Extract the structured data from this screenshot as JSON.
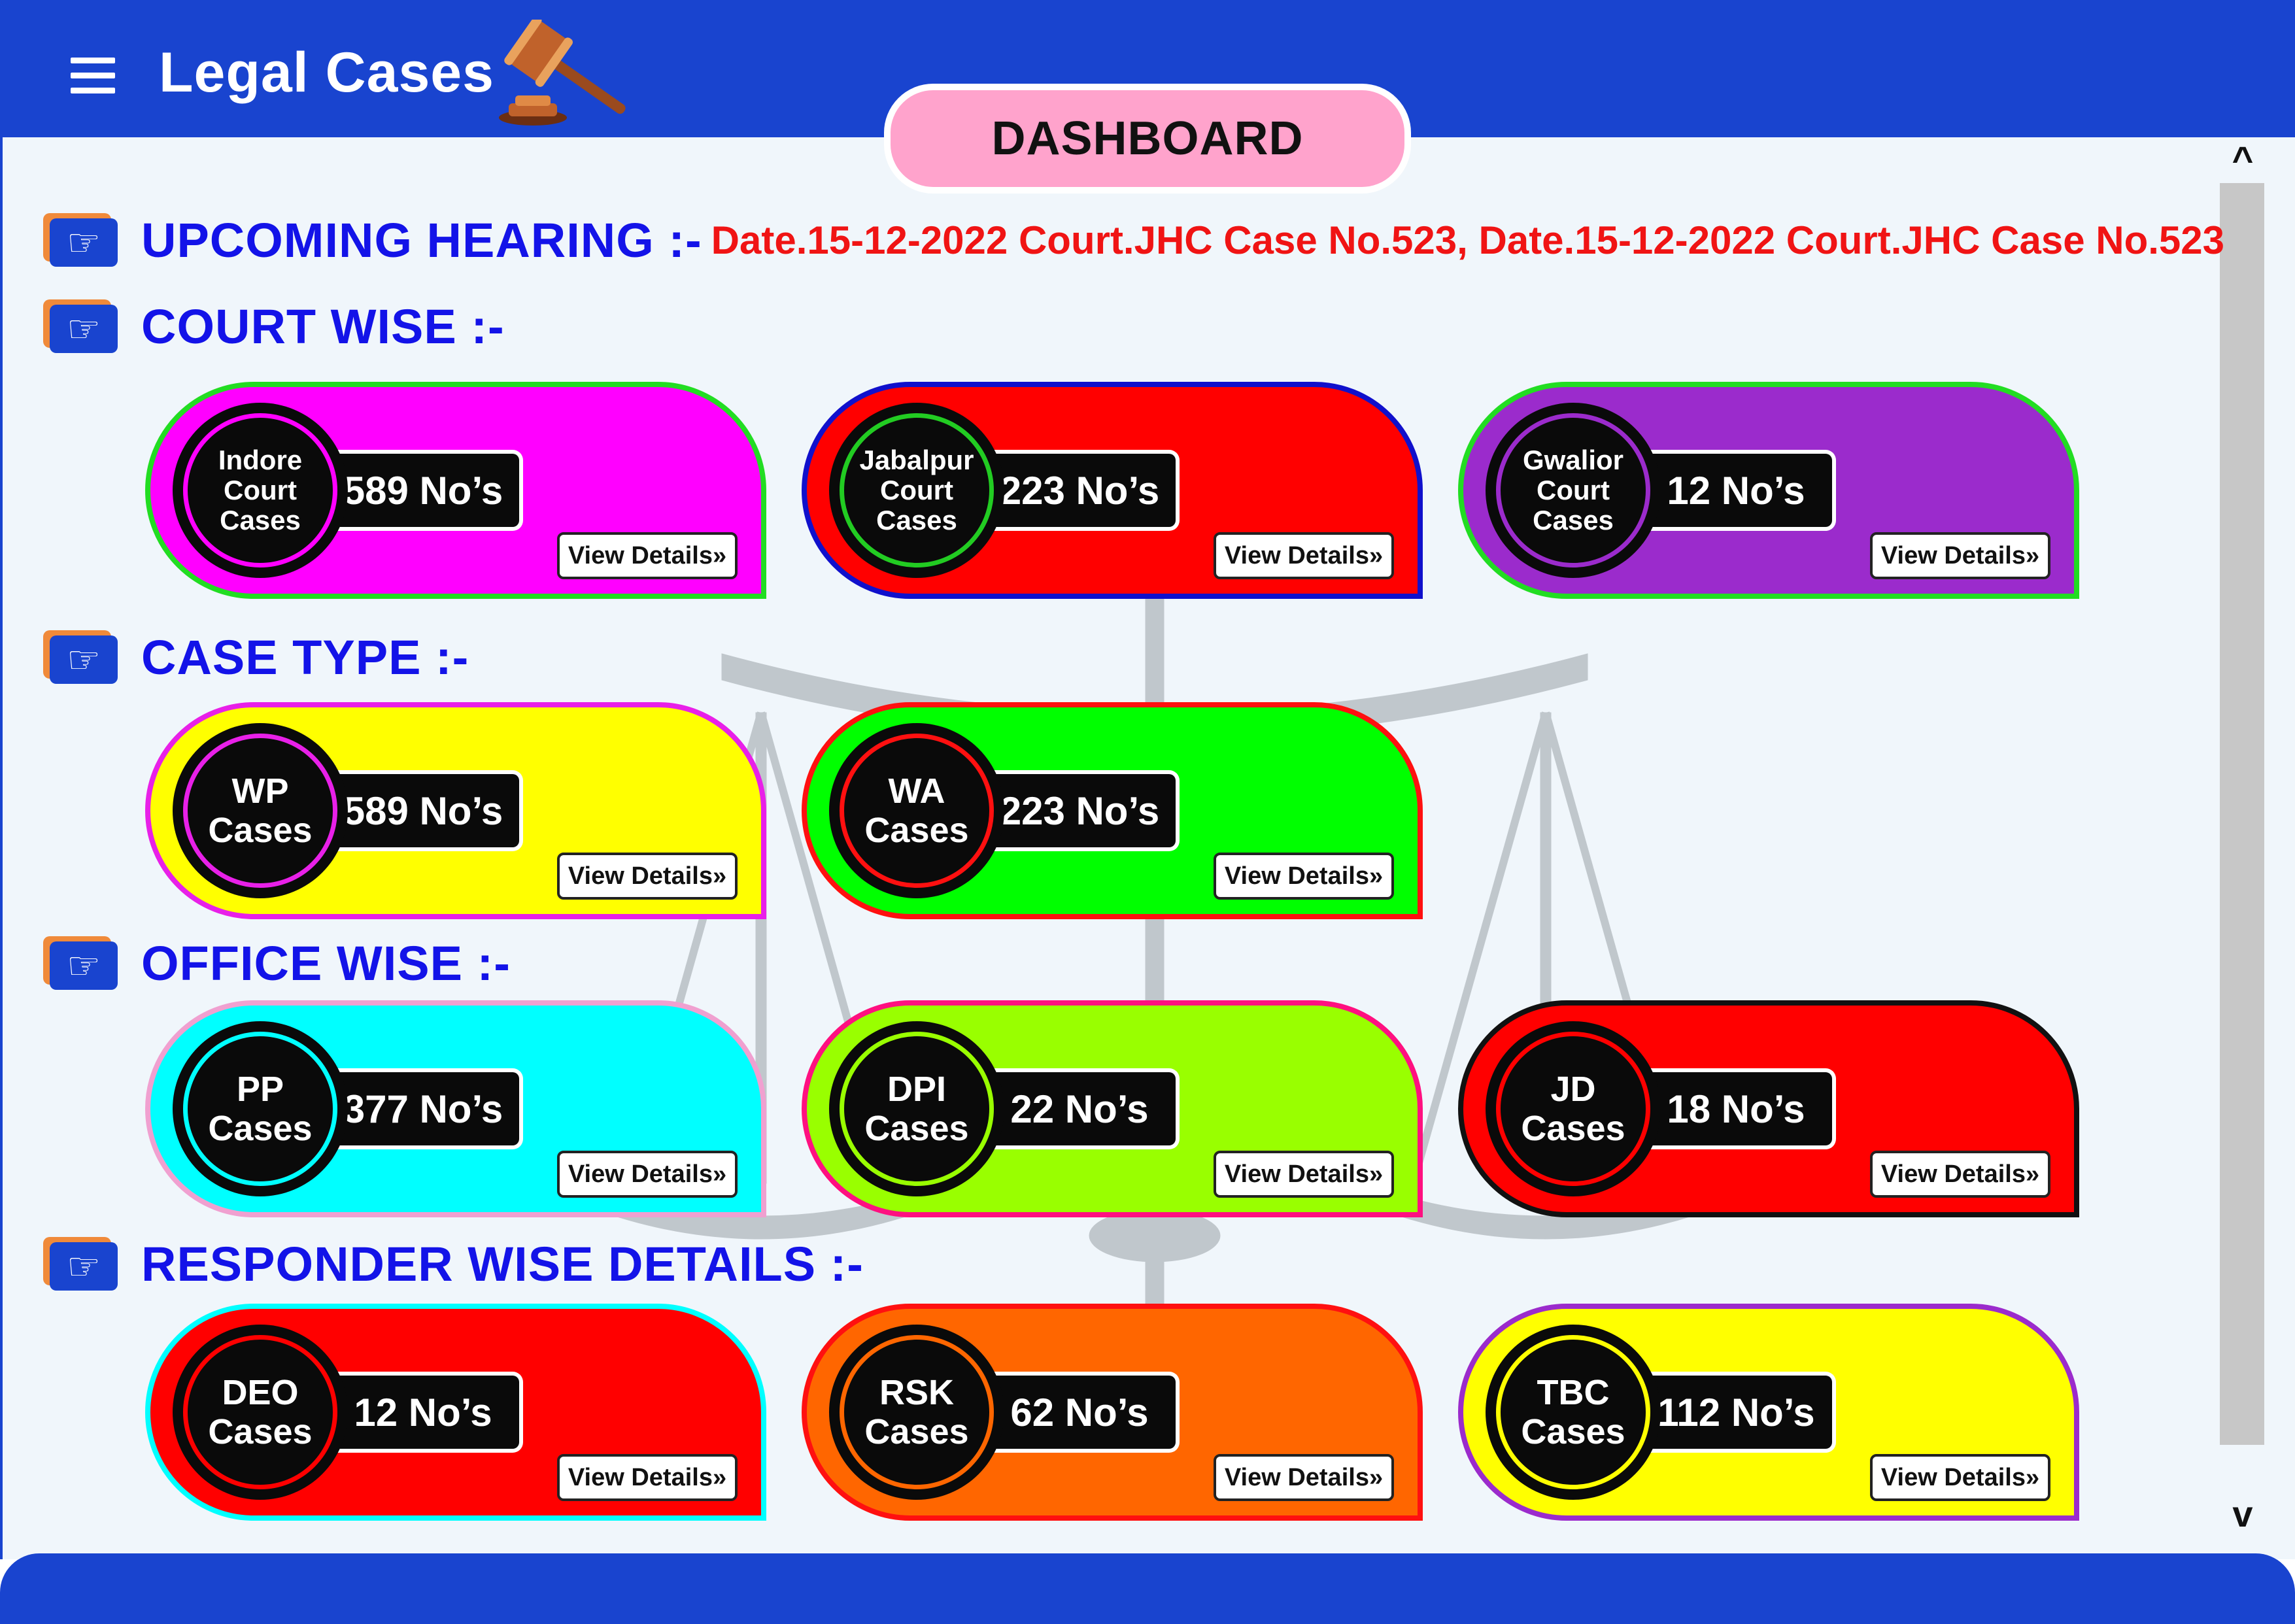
{
  "header": {
    "title": "Legal Cases",
    "menu_icon": "hamburger-icon",
    "logo_icon": "gavel-icon"
  },
  "dashboard_tab": "DASHBOARD",
  "sections": {
    "upcoming_hearing": {
      "title": "UPCOMING HEARING :-",
      "text": "Date.15-12-2022 Court.JHC Case No.523, Date.15-12-2022 Court.JHC Case No.523"
    },
    "court_wise": {
      "title": "COURT WISE :-",
      "cards": [
        {
          "label_lines": [
            "Indore",
            "Court",
            "Cases"
          ],
          "count": "589 No’s",
          "button": "View Details»",
          "bg": "#ff00ff",
          "border": "#22dd22",
          "ring": "#ff00ff"
        },
        {
          "label_lines": [
            "Jabalpur",
            "Court",
            "Cases"
          ],
          "count": "223 No’s",
          "button": "View Details»",
          "bg": "#ff0000",
          "border": "#1010cc",
          "ring": "#22cc22"
        },
        {
          "label_lines": [
            "Gwalior",
            "Court",
            "Cases"
          ],
          "count": "12 No’s",
          "button": "View Details»",
          "bg": "#9b2bcc",
          "border": "#22dd22",
          "ring": "#9b2bcc"
        }
      ]
    },
    "case_type": {
      "title": "CASE TYPE :-",
      "cards": [
        {
          "label_lines": [
            "WP",
            "Cases"
          ],
          "count": "589 No’s",
          "button": "View Details»",
          "bg": "#ffff00",
          "border": "#e820e8",
          "ring": "#e820e8"
        },
        {
          "label_lines": [
            "WA",
            "Cases"
          ],
          "count": "223 No’s",
          "button": "View Details»",
          "bg": "#00ff00",
          "border": "#ff1010",
          "ring": "#ff1010"
        }
      ]
    },
    "office_wise": {
      "title": "OFFICE WISE :-",
      "cards": [
        {
          "label_lines": [
            "PP",
            "Cases"
          ],
          "count": "377 No’s",
          "button": "View Details»",
          "bg": "#00ffff",
          "border": "#f0a0d0",
          "ring": "#00ffff"
        },
        {
          "label_lines": [
            "DPI",
            "Cases"
          ],
          "count": "22 No’s",
          "button": "View Details»",
          "bg": "#99ff00",
          "border": "#ff1080",
          "ring": "#99ff00"
        },
        {
          "label_lines": [
            "JD",
            "Cases"
          ],
          "count": "18 No’s",
          "button": "View Details»",
          "bg": "#ff0000",
          "border": "#111111",
          "ring": "#ff0000"
        }
      ]
    },
    "responder_wise": {
      "title": "RESPONDER WISE DETAILS :-",
      "cards": [
        {
          "label_lines": [
            "DEO",
            "Cases"
          ],
          "count": "12 No’s",
          "button": "View Details»",
          "bg": "#ff0000",
          "border": "#00ffff",
          "ring": "#ff0000"
        },
        {
          "label_lines": [
            "RSK",
            "Cases"
          ],
          "count": "62 No’s",
          "button": "View Details»",
          "bg": "#ff6600",
          "border": "#ff1010",
          "ring": "#ff6600"
        },
        {
          "label_lines": [
            "TBC",
            "Cases"
          ],
          "count": "112 No’s",
          "button": "View Details»",
          "bg": "#ffff00",
          "border": "#9b2bcc",
          "ring": "#ffff00"
        }
      ]
    }
  },
  "scrollbar": {
    "up": "^",
    "down": "v"
  },
  "colors": {
    "brand": "#1944cf",
    "heading": "#1313e8",
    "hearing": "#f01414",
    "dashboard_tab": "#ffa3cc"
  }
}
